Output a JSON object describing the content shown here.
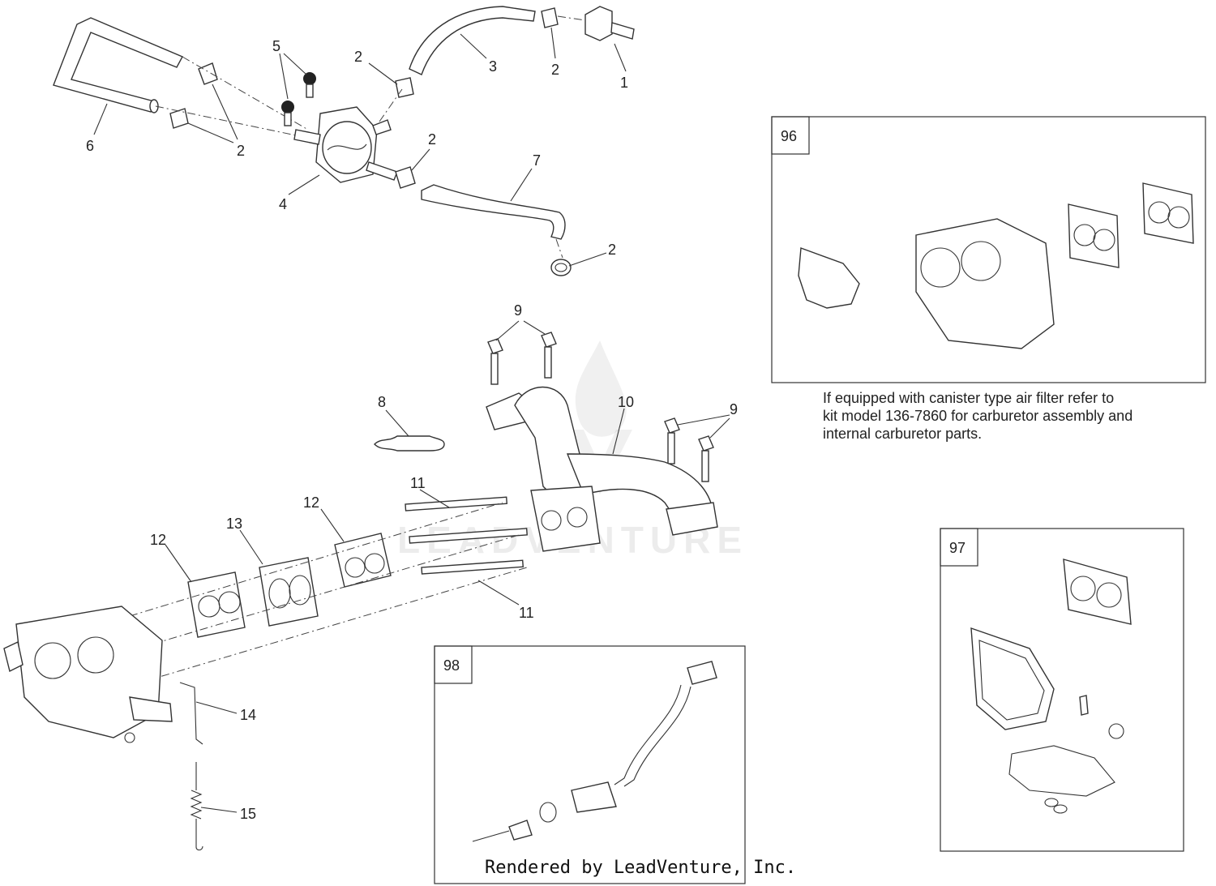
{
  "callouts": {
    "c1": "1",
    "c2a": "2",
    "c2b": "2",
    "c2c": "2",
    "c2d": "2",
    "c2e": "2",
    "c3": "3",
    "c4": "4",
    "c5": "5",
    "c6": "6",
    "c7": "7",
    "c8": "8",
    "c9a": "9",
    "c9b": "9",
    "c10": "10",
    "c11a": "11",
    "c11b": "11",
    "c12a": "12",
    "c12b": "12",
    "c13": "13",
    "c14": "14",
    "c15": "15"
  },
  "insets": [
    {
      "tag": "96"
    },
    {
      "tag": "97"
    },
    {
      "tag": "98"
    }
  ],
  "note": {
    "line1": "If equipped with canister type air filter refer to",
    "line2": "kit model 136-7860 for carburetor assembly and",
    "line3": "internal carburetor parts."
  },
  "credit": "Rendered by LeadVenture, Inc.",
  "watermark": "LEADVENTURE",
  "colors": {
    "line": "#333333",
    "background": "#ffffff"
  }
}
